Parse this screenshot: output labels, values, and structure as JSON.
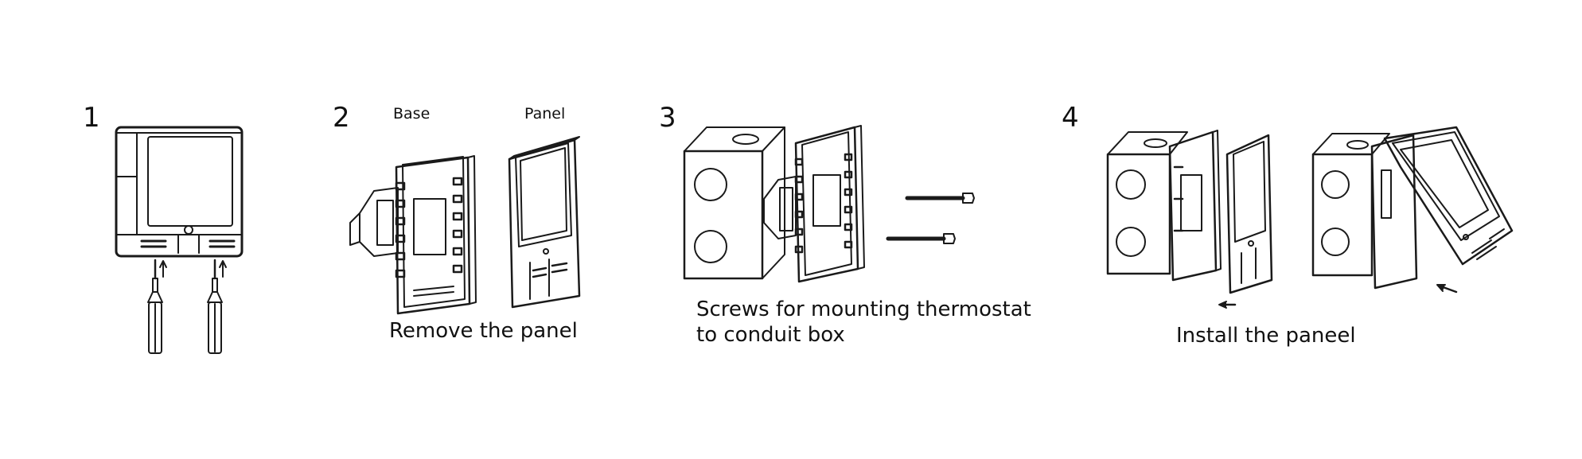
{
  "steps": [
    {
      "number": "1"
    },
    {
      "number": "2",
      "labels": [
        "Base",
        "Panel"
      ],
      "caption": "Remove the panel"
    },
    {
      "number": "3",
      "caption_line1": "Screws for mounting thermostat",
      "caption_line2": "to conduit box"
    },
    {
      "number": "4",
      "caption": "Install the paneel"
    }
  ]
}
